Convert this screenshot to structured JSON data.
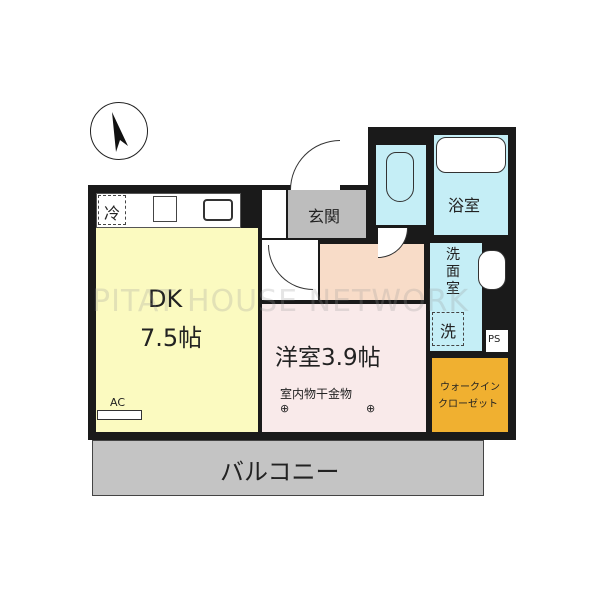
{
  "watermark": "PITAT HOUSE NETWORK",
  "compass": {
    "direction": "north",
    "icon": "north-arrow-icon"
  },
  "rooms": {
    "dk": {
      "name": "DK",
      "size": "7.5帖",
      "color": "#fbfac0"
    },
    "western": {
      "name": "洋室3.9帖",
      "note": "室内物干金物",
      "color": "#f9eaea"
    },
    "entrance": {
      "name": "玄関",
      "color": "#bdbdbd"
    },
    "bath": {
      "name": "浴室",
      "color": "#c5eef6"
    },
    "toilet": {
      "color": "#c5eef6"
    },
    "washroom": {
      "name": "洗面室",
      "color": "#c5eef6"
    },
    "hall": {
      "color": "#f8dcc8"
    },
    "closet": {
      "name_line1": "ウォークイン",
      "name_line2": "クローゼット",
      "color": "#f0b030"
    },
    "balcony": {
      "name": "バルコニー",
      "color": "#c4c4c4"
    }
  },
  "fixtures": {
    "fridge": "冷",
    "washer": "洗",
    "ac": "AC",
    "ps": "PS"
  }
}
